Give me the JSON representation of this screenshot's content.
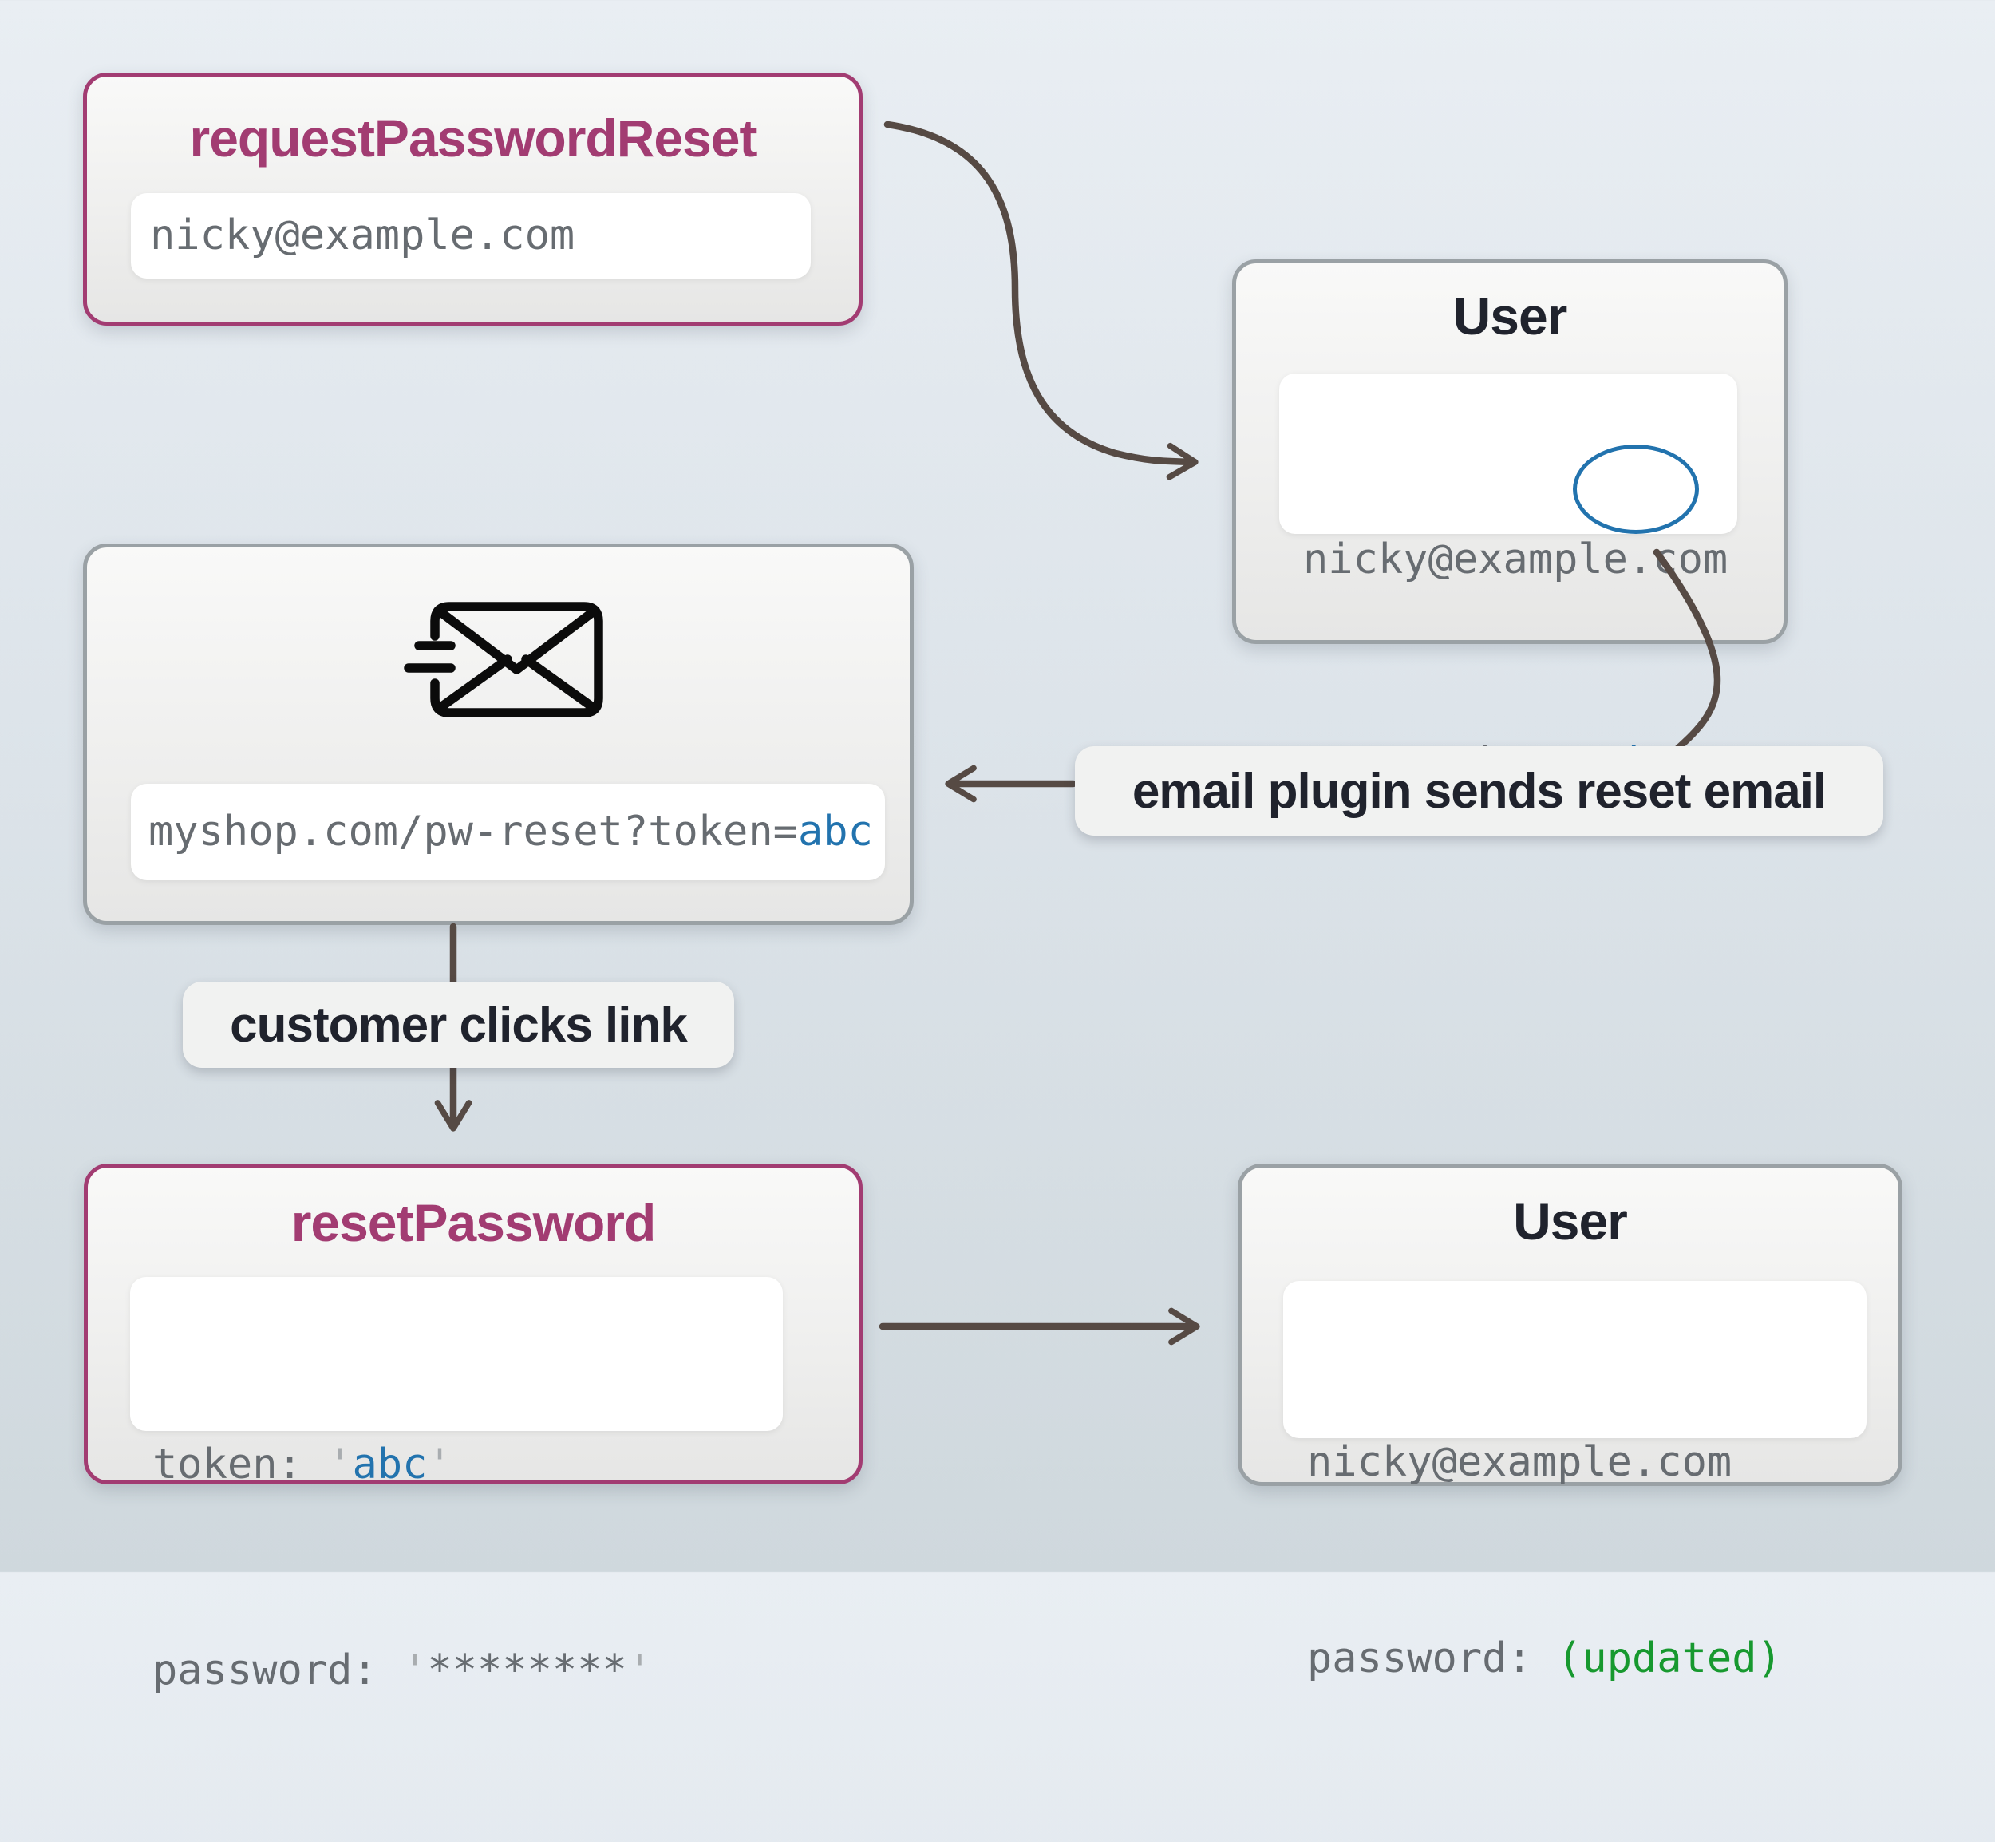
{
  "colors": {
    "purple": "#a23c72",
    "gray-border": "#9aa1a5",
    "dark": "#20232d",
    "mono-gray": "#676c71",
    "quote-gray": "#a9adb0",
    "blue": "#2273ae",
    "green": "#17992f",
    "arrow": "#564a44",
    "label-bg": "#f1f2f1"
  },
  "nodes": {
    "request": {
      "title": "requestPasswordReset",
      "email": "nicky@example.com"
    },
    "user_top": {
      "title": "User",
      "email": "nicky@example.com",
      "token_label": "resetToken: ",
      "token_value": "abc"
    },
    "email_card": {
      "icon": "mail-send-icon",
      "url_prefix": "myshop.com/pw-reset?token=",
      "url_token": "abc"
    },
    "reset": {
      "title": "resetPassword",
      "token_label": "token: ",
      "token_quote_open": "'",
      "token_value": "abc",
      "token_quote_close": "'",
      "password_label": "password: ",
      "password_quote_open": "'",
      "password_stars": "********",
      "password_quote_close": "'"
    },
    "user_bottom": {
      "title": "User",
      "email": "nicky@example.com",
      "password_label": "password: ",
      "password_value": "(updated)"
    }
  },
  "labels": {
    "email_plugin": "email plugin sends reset email",
    "customer_clicks": "customer clicks link"
  }
}
